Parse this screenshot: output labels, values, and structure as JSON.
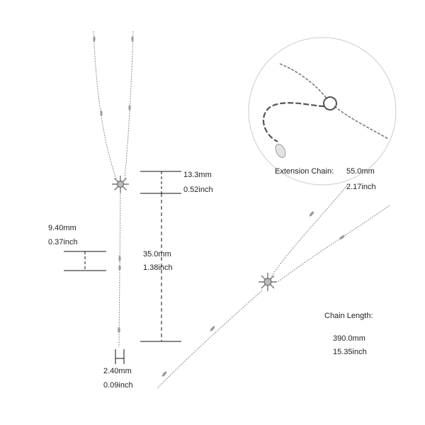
{
  "colors": {
    "chain": "#8c8c8c",
    "chain_dark": "#5a5a5a",
    "dimension_line": "#111111",
    "background": "#ffffff",
    "text": "#222222"
  },
  "images": {
    "full_necklace": "silver-lariat-necklace-with-starburst-pendant",
    "closeup": "extension-chain-with-spring-ring-clasp",
    "angled_view": "necklace-angled-view"
  },
  "dimensions": {
    "pendant_height": {
      "mm": "13.3mm",
      "inch": "0.52inch"
    },
    "drop_length": {
      "mm": "35.0mm",
      "inch": "1.38inch"
    },
    "station_length": {
      "mm": "9.40mm",
      "inch": "0.37inch"
    },
    "chain_width": {
      "mm": "2.40mm",
      "inch": "0.09inch"
    }
  },
  "extension_chain": {
    "label": "Extension Chain:",
    "mm": "55.0mm",
    "inch": "2.17inch"
  },
  "chain_length": {
    "label": "Chain Length:",
    "mm": "390.0mm",
    "inch": "15.35inch"
  }
}
